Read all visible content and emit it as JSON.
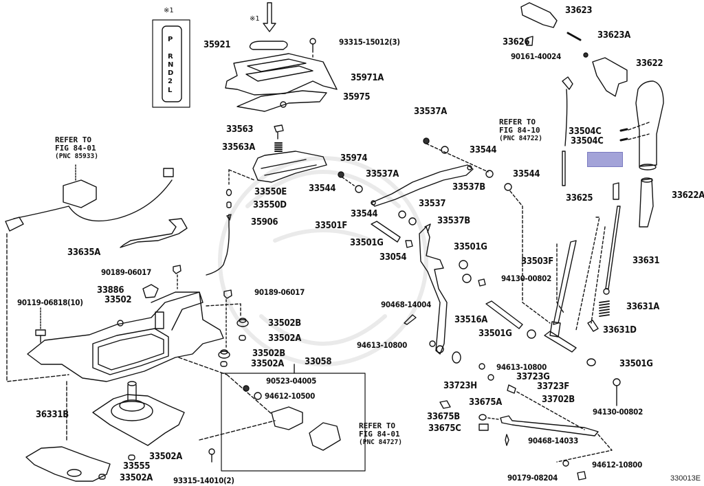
{
  "diagram": {
    "figure_code": "330013E",
    "note_mark": "※1",
    "gear_indicator": [
      "P",
      "R",
      "N",
      "D",
      "2",
      "L"
    ],
    "highlight_color": "#a3a3d8",
    "references": [
      {
        "line1": "REFER TO",
        "line2": "FIG 84-01",
        "line3": "(PNC 85933)"
      },
      {
        "line1": "REFER TO",
        "line2": "FIG 84-10",
        "line3": "(PNC 84722)"
      },
      {
        "line1": "REFER TO",
        "line2": "FIG 84-01",
        "line3": "(PNC 84727)"
      }
    ],
    "parts": [
      "35921",
      "93315-15012(3)",
      "35971A",
      "35975",
      "33563",
      "33563A",
      "35974",
      "33550E",
      "33550D",
      "35906",
      "33537A",
      "33544",
      "33544",
      "33537A",
      "33544",
      "33537B",
      "33537",
      "33544",
      "33537B",
      "33501F",
      "33501G",
      "33054",
      "33501G",
      "94130-00802",
      "33503F",
      "33631",
      "33631A",
      "33631D",
      "90468-14004",
      "94613-10800",
      "33516A",
      "33501G",
      "33501G",
      "33623",
      "33623A",
      "33626",
      "90161-40024",
      "33622",
      "33504C",
      "33504C",
      "33625",
      "33622A",
      "33635A",
      "90189-06017",
      "90189-06017",
      "33886",
      "33502",
      "90119-06818(10)",
      "33502B",
      "33502A",
      "33502B",
      "33502A",
      "33058",
      "90523-04005",
      "94612-10500",
      "36331B",
      "33502A",
      "33555",
      "33502A",
      "93315-14010(2)",
      "94613-10800",
      "33723H",
      "33723G",
      "33723F",
      "33702B",
      "33675A",
      "33675B",
      "33675C",
      "90468-14033",
      "94130-00802",
      "94612-10800",
      "90179-08204"
    ]
  }
}
